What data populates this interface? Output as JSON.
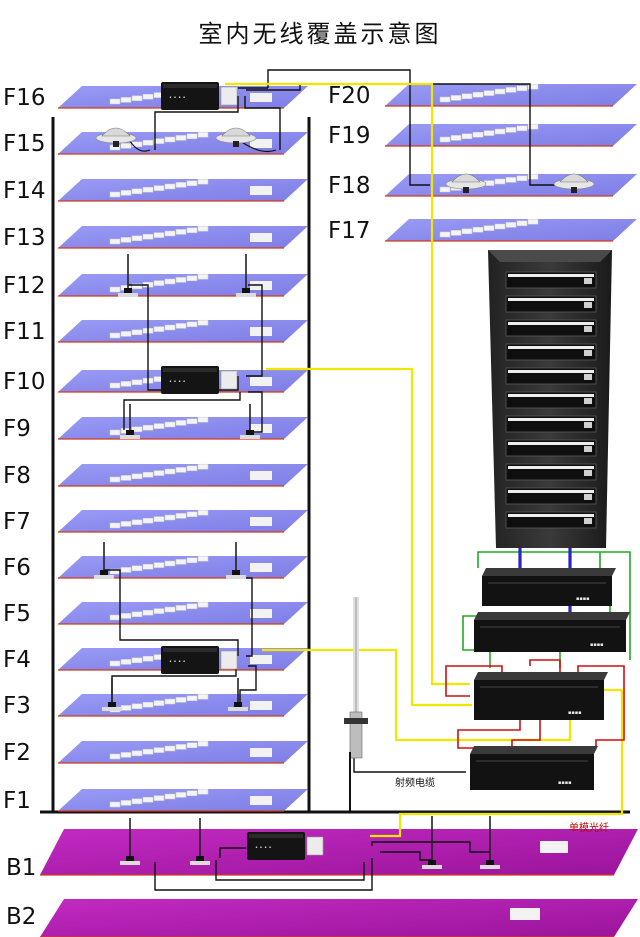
{
  "title": "室内无线覆盖示意图",
  "floors_left": [
    "F16",
    "F15",
    "F14",
    "F13",
    "F12",
    "F11",
    "F10",
    "F9",
    "F8",
    "F7",
    "F6",
    "F5",
    "F4",
    "F3",
    "F2",
    "F1"
  ],
  "floors_right": [
    "F20",
    "F19",
    "F18",
    "F17"
  ],
  "basement": [
    "B1",
    "B2"
  ],
  "labels": {
    "rf_cable": "射频电缆",
    "single_mode_fiber": "单模光纤"
  },
  "colors": {
    "floor_plate": "#8f8ff0",
    "basement_plate": "#b01cb0",
    "fiber": "#f2e600",
    "cable": "#111111",
    "green_link": "#22aa22",
    "red_link": "#cc1111",
    "blue_link": "#2222cc"
  }
}
